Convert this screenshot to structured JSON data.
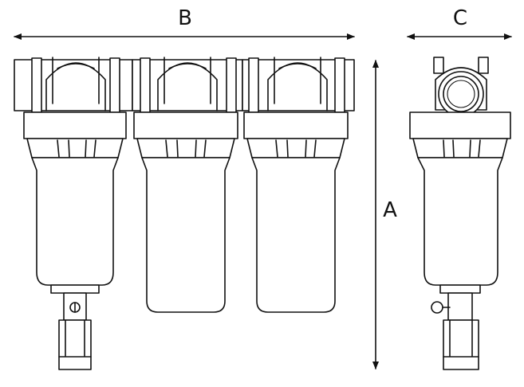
{
  "dimensions": {
    "width_label": "B",
    "depth_label": "C",
    "height_label": "A"
  },
  "colors": {
    "line": "#111111",
    "background": "#ffffff"
  }
}
